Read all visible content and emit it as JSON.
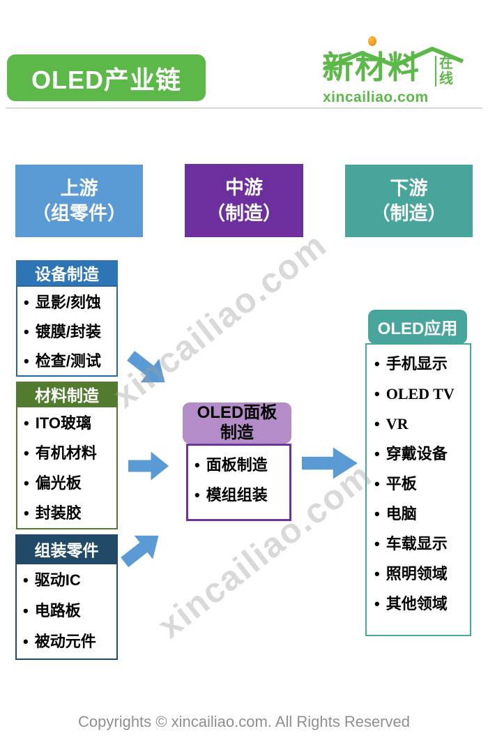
{
  "page": {
    "title_badge": "OLED产业链",
    "watermark": "xincailiao.com",
    "footer": "Copyrights © xincailiao.com. All Rights Reserved"
  },
  "logo": {
    "brand": "新材料",
    "suffix_top": "在",
    "suffix_bottom": "线",
    "domain": "xincailiao.com"
  },
  "stages": [
    {
      "line1": "上游",
      "line2": "（组零件）",
      "color": "#5B9BD5"
    },
    {
      "line1": "中游",
      "line2": "（制造）",
      "color": "#6E2F9E"
    },
    {
      "line1": "下游",
      "line2": "（制造）",
      "color": "#48A59B"
    }
  ],
  "upstream_boxes": [
    {
      "title": "设备制造",
      "header_color": "#2E75B6",
      "border_color": "#2765A3",
      "items": [
        "显影/刻蚀",
        "镀膜/封装",
        "检查/测试"
      ]
    },
    {
      "title": "材料制造",
      "header_color": "#527B2F",
      "border_color": "#527B2F",
      "items": [
        "ITO玻璃",
        "有机材料",
        "偏光板",
        "封装胶"
      ]
    },
    {
      "title": "组装零件",
      "header_color": "#204A68",
      "border_color": "#204A68",
      "items": [
        "驱动IC",
        "电路板",
        "被动元件"
      ]
    }
  ],
  "midstream_box": {
    "title_line1": "OLED面板",
    "title_line2": "制造",
    "header_color": "#B48CC8",
    "border_color": "#7030A0",
    "items": [
      "面板制造",
      "模组组装"
    ]
  },
  "downstream_box": {
    "title": "OLED应用",
    "header_color": "#48A59B",
    "border_color": "#48A59B",
    "items": [
      "手机显示",
      "OLED TV",
      "VR",
      "穿戴设备",
      "平板",
      "电脑",
      "车载显示",
      "照明领域",
      "其他领域"
    ]
  },
  "colors": {
    "accent_green": "#5CB848",
    "arrow_blue": "#5B9BD5",
    "divider_gray": "#D8D8D8",
    "footer_gray": "#8F8F8F",
    "logo_orange": "#F08300"
  }
}
